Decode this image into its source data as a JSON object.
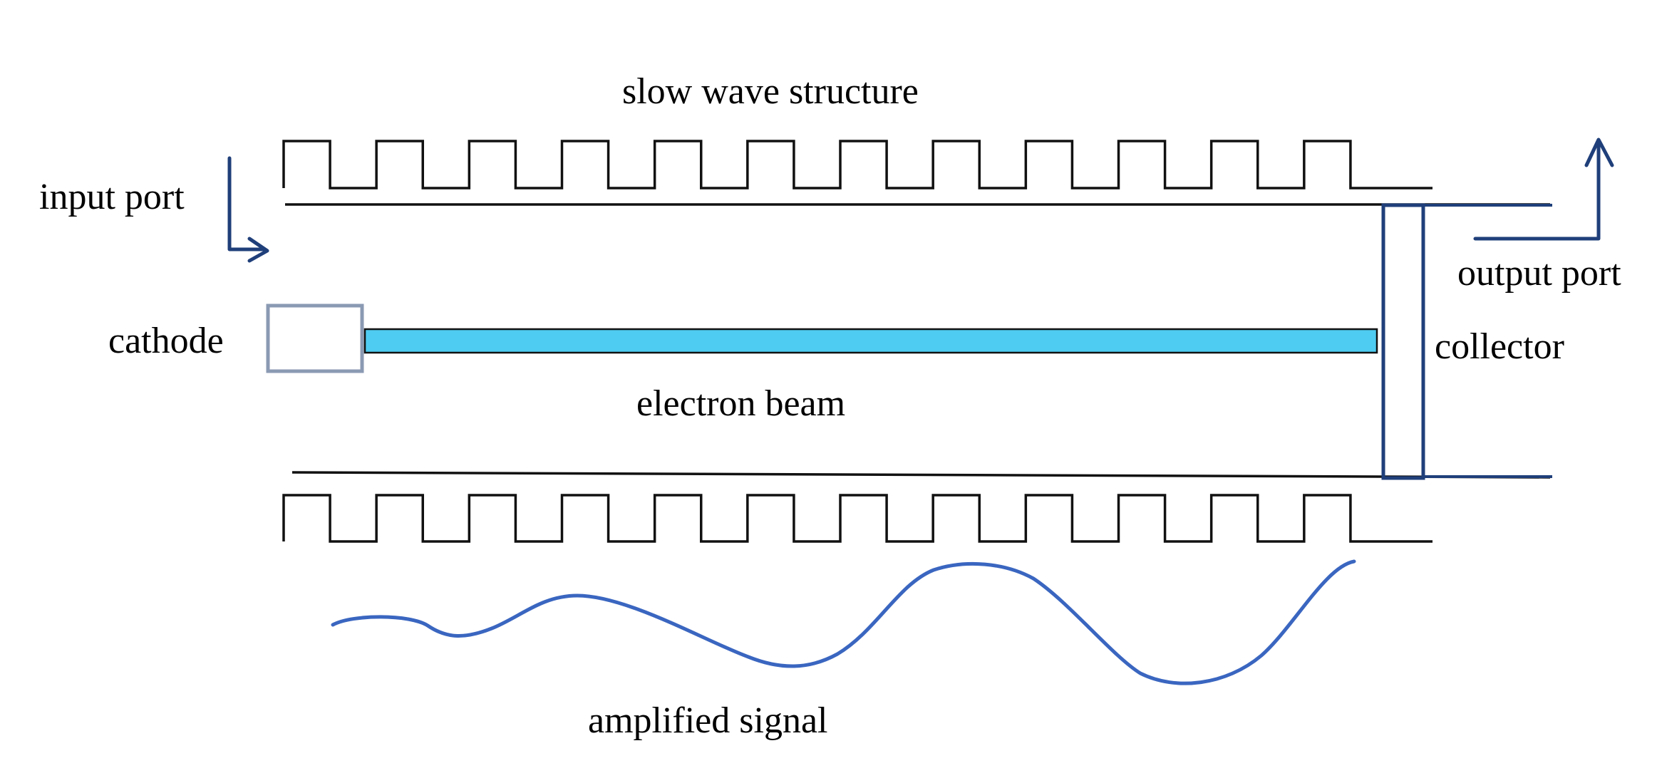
{
  "labels": {
    "slow_wave_structure": "slow wave structure",
    "input_port": "input port",
    "output_port": "output port",
    "cathode": "cathode",
    "collector": "collector",
    "electron_beam": "electron beam",
    "amplified_signal": "amplified signal"
  },
  "colors": {
    "arrow": "#1f3f7a",
    "beam": "#3cc6ef",
    "signal": "#3a66c0",
    "collector": "#1f3f7a",
    "cathode": "#8b9ab3",
    "structure": "#111111"
  },
  "slow_wave_structure": {
    "periods": 12
  }
}
